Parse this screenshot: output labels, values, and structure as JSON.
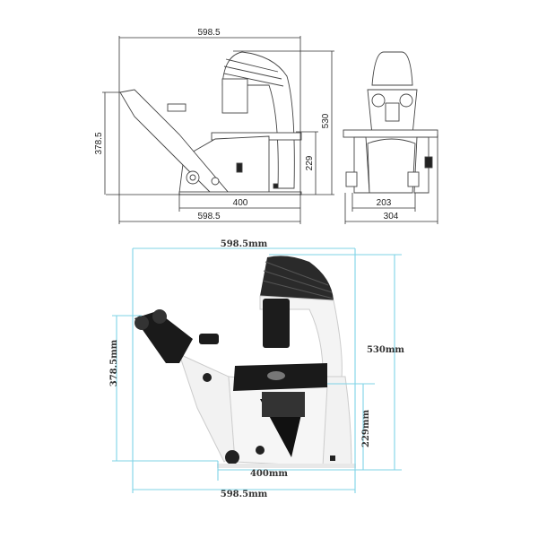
{
  "drawing": {
    "side_view": {
      "overall_width_top": "598.5",
      "overall_width_bottom": "598.5",
      "base_depth": "400",
      "overall_height": "530",
      "eyepiece_height": "378.5",
      "stage_height": "229"
    },
    "front_view": {
      "base_width": "203",
      "overall_width": "304"
    }
  },
  "photo": {
    "overall_width_top": "598.5mm",
    "overall_width_bottom": "598.5mm",
    "base_depth": "400mm",
    "overall_height": "530mm",
    "eyepiece_height": "378.5mm",
    "stage_height": "229mm",
    "dimension_line_color": "#7fd3e6"
  }
}
